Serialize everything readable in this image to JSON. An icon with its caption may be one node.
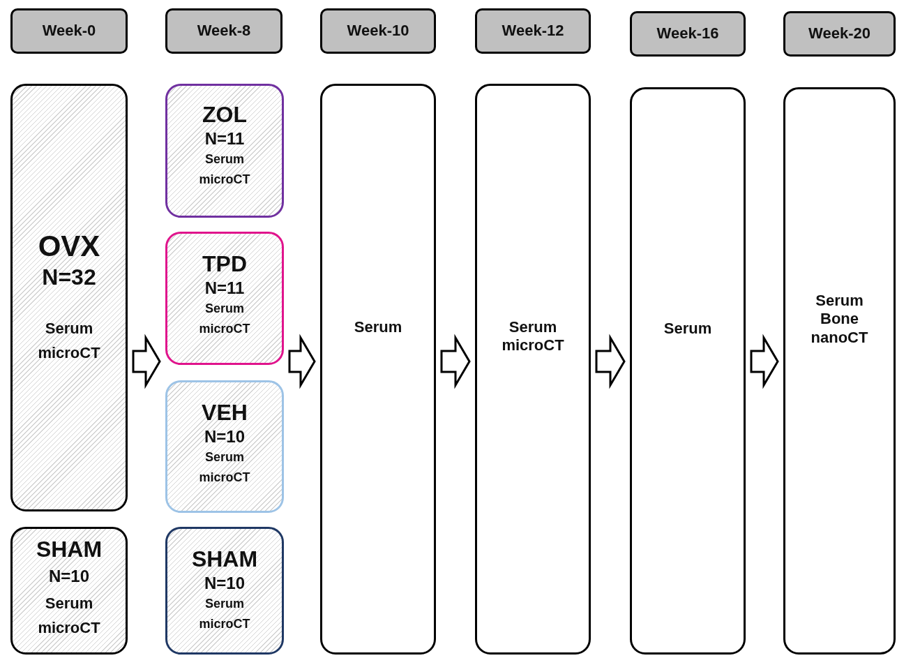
{
  "diagram": {
    "nodes": [
      {
        "text": [
          "Week-0"
        ]
      },
      {
        "text": [
          "Week-8"
        ]
      },
      {
        "text": [
          "Week-10"
        ]
      },
      {
        "text": [
          "Week-12"
        ]
      },
      {
        "text": [
          "Week-16"
        ]
      },
      {
        "text": [
          "Week-20"
        ]
      },
      {
        "text": [
          "OVX",
          "N=32",
          "Serum microCT"
        ]
      },
      {
        "text": [
          "SHAM",
          "N=10",
          "Serum microCT"
        ]
      },
      {
        "text": [
          "ZOL",
          "N=11",
          "Serum microCT"
        ]
      },
      {
        "text": [
          "TPD",
          "N=11",
          "Serum microCT"
        ]
      },
      {
        "text": [
          "VEH",
          "N=10",
          "Serum microCT"
        ]
      },
      {
        "text": [
          "SHAM",
          "N=10",
          "Serum microCT"
        ]
      },
      {
        "text": [
          "Serum"
        ]
      },
      {
        "text": [
          "Serum microCT"
        ]
      },
      {
        "text": [
          "Serum"
        ]
      },
      {
        "text": [
          "Serum Bone nanoCT"
        ]
      }
    ],
    "edges": [
      {
        "from": 6,
        "to": 9,
        "arrow": "to"
      },
      {
        "from": 9,
        "to": 12,
        "arrow": "to"
      },
      {
        "from": 12,
        "to": 13,
        "arrow": "to"
      },
      {
        "from": 13,
        "to": 14,
        "arrow": "to"
      },
      {
        "from": 14,
        "to": 15,
        "arrow": "to"
      }
    ]
  }
}
